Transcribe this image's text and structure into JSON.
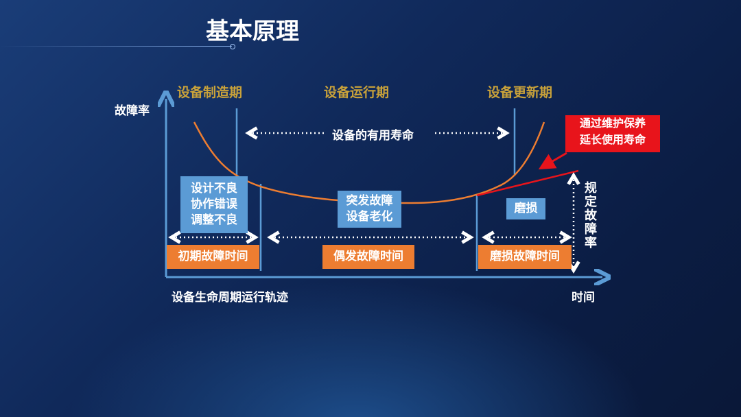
{
  "title": "基本原理",
  "phases": [
    "设备制造期",
    "设备运行期",
    "设备更新期"
  ],
  "y_axis_label": "故障率",
  "x_axis_label": "时间",
  "caption": "设备生命周期运行轨迹",
  "useful_life": "设备的有用寿命",
  "causes": {
    "early": [
      "设计不良",
      "协作错误",
      "调整不良"
    ],
    "random": [
      "突发故障",
      "设备老化"
    ],
    "wear": [
      "磨损"
    ]
  },
  "periods": [
    "初期故障时间",
    "偶发故障时间",
    "磨损故障时间"
  ],
  "callout": [
    "通过维护保养",
    "延长使用寿命"
  ],
  "specified_rate": "规定故障率",
  "colors": {
    "curve": "#ed7d31",
    "box_blue": "#5b9bd5",
    "box_orange": "#ed7d31",
    "callout": "#e8141b",
    "phase": "#c9a23a"
  }
}
